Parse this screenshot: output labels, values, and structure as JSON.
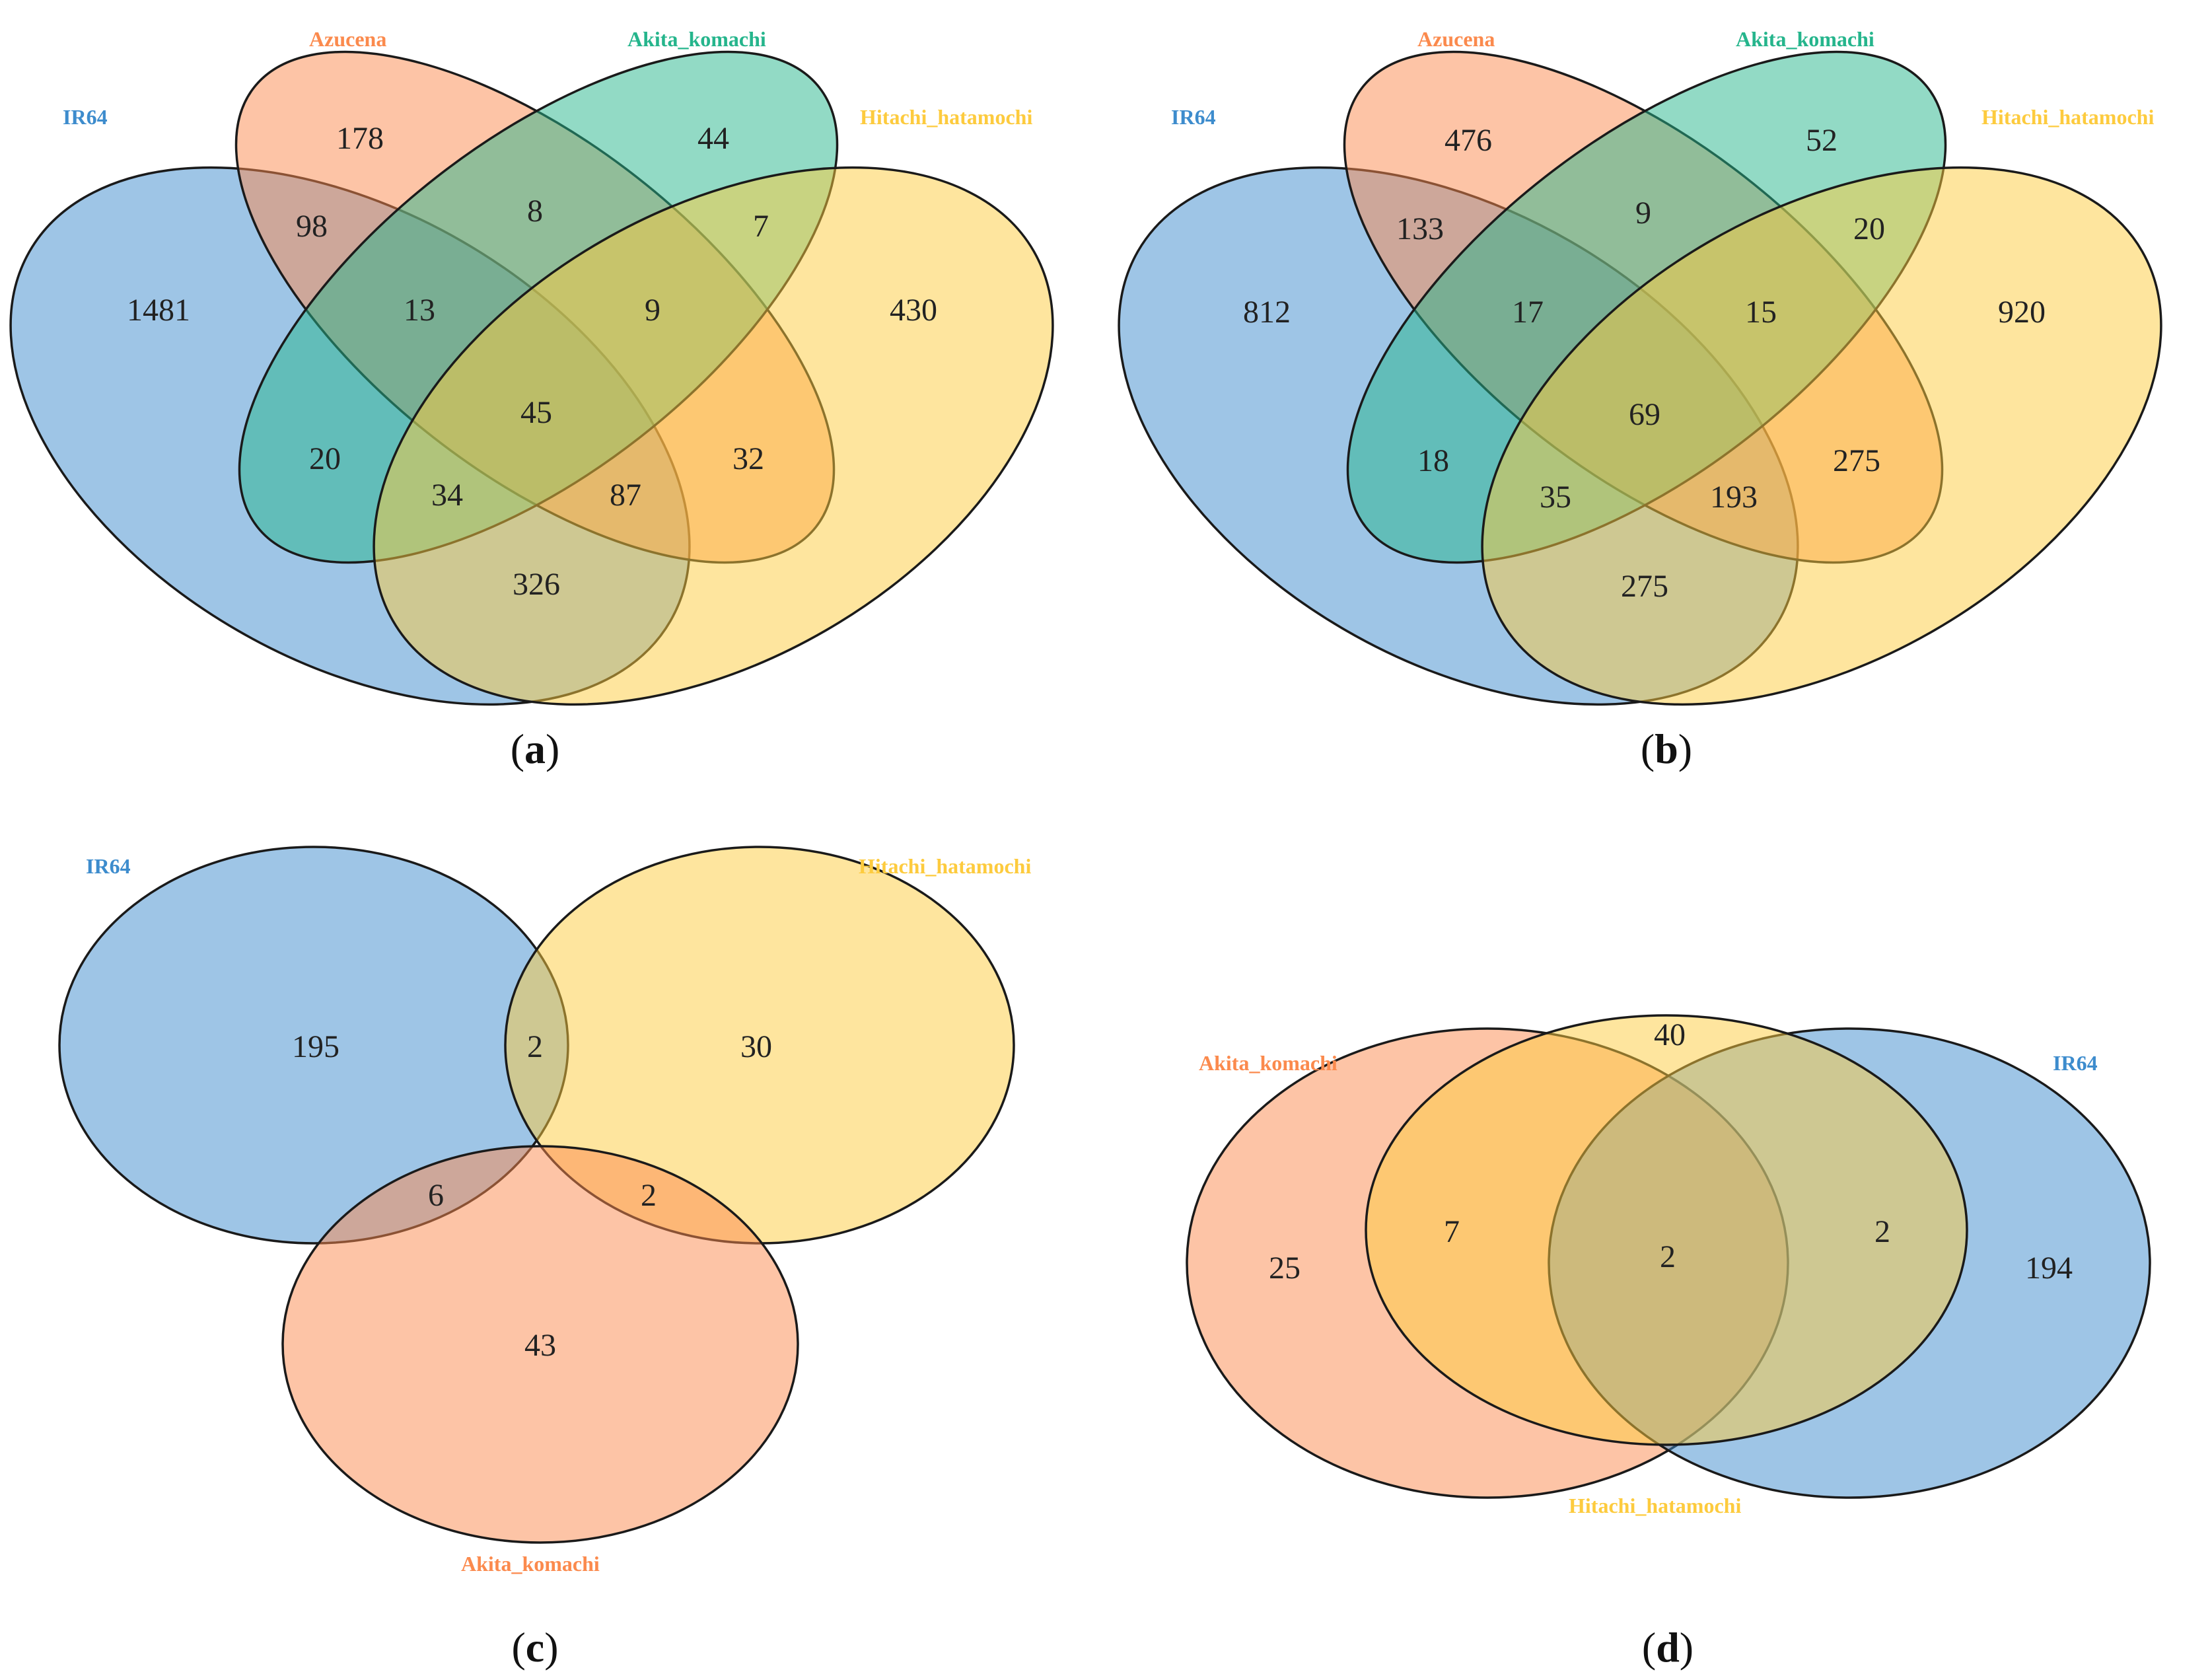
{
  "colors": {
    "IR64": "#3d8ccd",
    "Azucena": "#fb8a4d",
    "Akita_komachi": "#25b58c",
    "Hitachi_hatamochi": "#fdcb3e",
    "panel_c_third": "#fb8a4d",
    "panel_d_first": "#fb8a4d"
  },
  "panels": {
    "a": {
      "caption_letter": "a",
      "labels": {
        "IR64": "IR64",
        "Azucena": "Azucena",
        "Akita_komachi": "Akita_komachi",
        "Hitachi_hatamochi": "Hitachi_hatamochi"
      },
      "regions": {
        "ir64_only": "1481",
        "azucena_only": "178",
        "akita_only": "44",
        "hitachi_only": "430",
        "ir64_azucena": "98",
        "azucena_akita": "8",
        "akita_hitachi": "7",
        "ir64_azucena_akita": "13",
        "azucena_akita_hitachi": "9",
        "all_four": "45",
        "ir64_akita": "20",
        "azucena_hitachi": "32",
        "ir64_akita_hitachi": "34",
        "ir64_azucena_hitachi": "87",
        "ir64_hitachi": "326"
      }
    },
    "b": {
      "caption_letter": "b",
      "labels": {
        "IR64": "IR64",
        "Azucena": "Azucena",
        "Akita_komachi": "Akita_komachi",
        "Hitachi_hatamochi": "Hitachi_hatamochi"
      },
      "regions": {
        "ir64_only": "812",
        "azucena_only": "476",
        "akita_only": "52",
        "hitachi_only": "920",
        "ir64_azucena": "133",
        "azucena_akita": "9",
        "akita_hitachi": "20",
        "ir64_azucena_akita": "17",
        "azucena_akita_hitachi": "15",
        "all_four": "69",
        "ir64_akita": "18",
        "azucena_hitachi": "275",
        "ir64_akita_hitachi": "35",
        "ir64_azucena_hitachi": "193",
        "ir64_hitachi": "275"
      }
    },
    "c": {
      "caption_letter": "c",
      "labels": {
        "IR64": "IR64",
        "Hitachi_hatamochi": "Hitachi_hatamochi",
        "Akita_komachi": "Akita_komachi"
      },
      "regions": {
        "ir64_only": "195",
        "ir64_hitachi": "2",
        "hitachi_only": "30",
        "ir64_akita": "6",
        "hitachi_akita": "2",
        "akita_only": "43"
      }
    },
    "d": {
      "caption_letter": "d",
      "labels": {
        "Akita_komachi": "Akita_komachi",
        "IR64": "IR64",
        "Hitachi_hatamochi": "Hitachi_hatamochi"
      },
      "regions": {
        "hitachi_only": "40",
        "akita_only": "25",
        "akita_hitachi": "7",
        "all_three": "2",
        "hitachi_ir64": "2",
        "ir64_only": "194"
      }
    }
  }
}
